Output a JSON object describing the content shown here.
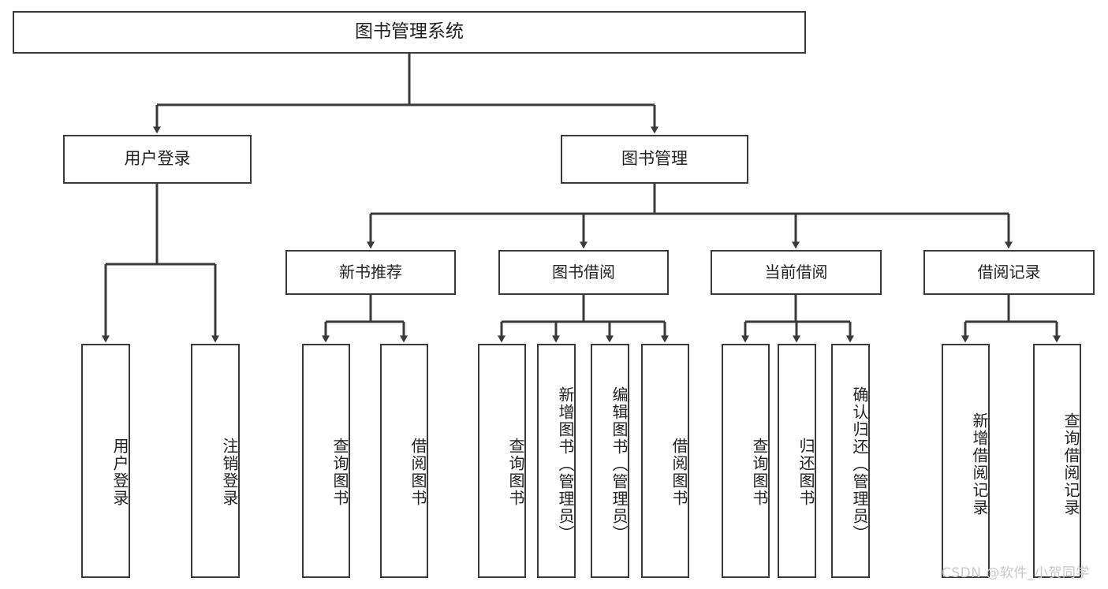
{
  "diagram": {
    "type": "hierarchy-tree",
    "title": "图书管理系统功能结构图",
    "colors": {
      "line": "#3a3a3a",
      "box_border": "#3a3a3a",
      "box_fill": "#ffffff",
      "text": "#222222",
      "watermark": "#c9c9c9"
    },
    "root": {
      "label": "图书管理系统"
    },
    "tier2": [
      {
        "label": "用户登录"
      },
      {
        "label": "图书管理"
      }
    ],
    "tier3": [
      {
        "label": "新书推荐"
      },
      {
        "label": "图书借阅"
      },
      {
        "label": "当前借阅"
      },
      {
        "label": "借阅记录"
      }
    ],
    "leaves": {
      "user_login": [
        {
          "label": "用户登录"
        },
        {
          "label": "注销登录"
        }
      ],
      "new_book_recommend": [
        {
          "label": "查询图书"
        },
        {
          "label": "借阅图书"
        }
      ],
      "book_borrow": [
        {
          "label": "查询图书"
        },
        {
          "label": "新增图书（管理员）"
        },
        {
          "label": "编辑图书（管理员）"
        },
        {
          "label": "借阅图书"
        }
      ],
      "current_borrow": [
        {
          "label": "查询图书"
        },
        {
          "label": "归还图书"
        },
        {
          "label": "确认归还（管理员）"
        }
      ],
      "borrow_record": [
        {
          "label": "新增借阅记录"
        },
        {
          "label": "查询借阅记录"
        }
      ]
    }
  },
  "watermark": {
    "text": "CSDN @软件_小贺同学"
  }
}
